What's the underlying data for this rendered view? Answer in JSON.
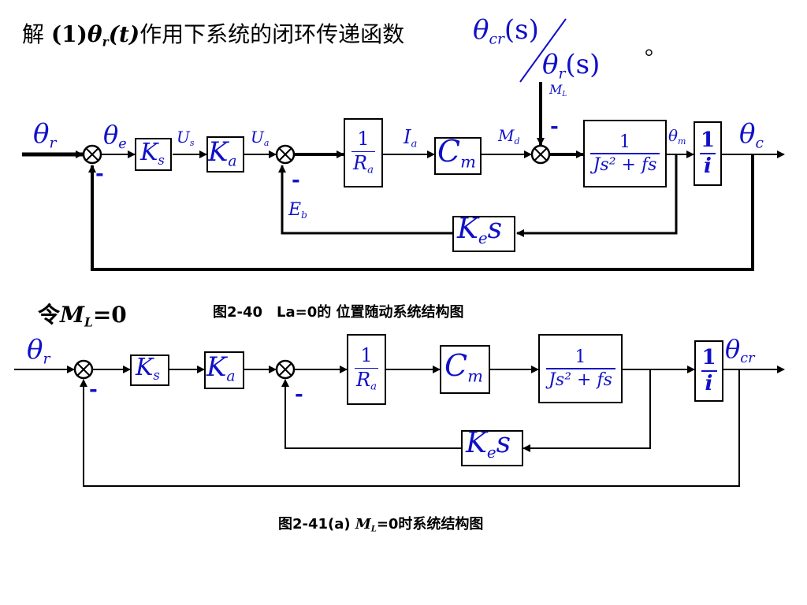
{
  "title": {
    "prefix": "解",
    "item": "(1)",
    "theta": "θ",
    "sub_r": "r",
    "arg": "(t)",
    "text": "作用下系统的闭环传递函数",
    "tf_num": "θ",
    "tf_num_sub": "cr",
    "tf_num_arg": "(s)",
    "tf_den": "θ",
    "tf_den_sub": "r",
    "tf_den_arg": "(s)",
    "end": "。"
  },
  "diagram1": {
    "input": {
      "sym": "θ",
      "sub": "r"
    },
    "error": {
      "sym": "θ",
      "sub": "e"
    },
    "ks": {
      "sym": "K",
      "sub": "s"
    },
    "us": {
      "sym": "U",
      "sub": "s"
    },
    "ka": {
      "sym": "K",
      "sub": "a"
    },
    "ua": {
      "sym": "U",
      "sub": "a"
    },
    "ra": {
      "num": "1",
      "den": "R",
      "den_sub": "a"
    },
    "ia": {
      "sym": "I",
      "sub": "a"
    },
    "cm": {
      "sym": "C",
      "sub": "m"
    },
    "md": {
      "sym": "M",
      "sub": "d"
    },
    "ml": {
      "sym": "M",
      "sub": "L"
    },
    "plant": {
      "num": "1",
      "den": "Js² + fs"
    },
    "thm": {
      "sym": "θ",
      "sub": "m"
    },
    "gear": {
      "num": "1",
      "den": "i"
    },
    "output": {
      "sym": "θ",
      "sub": "c"
    },
    "kes": {
      "sym": "K",
      "sub": "e",
      "tail": "s"
    },
    "eb": {
      "sym": "E",
      "sub": "b"
    },
    "minus": "-"
  },
  "let_ml": {
    "prefix": "令",
    "sym": "M",
    "sub": "L",
    "rest": "=0"
  },
  "caption1": "图2-40　La=0的 位置随动系统结构图",
  "diagram2": {
    "input": {
      "sym": "θ",
      "sub": "r"
    },
    "ks": {
      "sym": "K",
      "sub": "s"
    },
    "ka": {
      "sym": "K",
      "sub": "a"
    },
    "ra": {
      "num": "1",
      "den": "R",
      "den_sub": "a"
    },
    "cm": {
      "sym": "C",
      "sub": "m"
    },
    "plant": {
      "num": "1",
      "den": "Js² + fs"
    },
    "gear": {
      "num": "1",
      "den": "i"
    },
    "output": {
      "sym": "θ",
      "sub": "cr"
    },
    "kes": {
      "sym": "K",
      "sub": "e",
      "tail": "s"
    },
    "minus": "-"
  },
  "caption2": {
    "prefix": "图2-41(a) ",
    "sym": "M",
    "sub": "L",
    "rest": "=0时系统结构图"
  },
  "colors": {
    "blue": "#1010c8",
    "line": "#000000"
  }
}
